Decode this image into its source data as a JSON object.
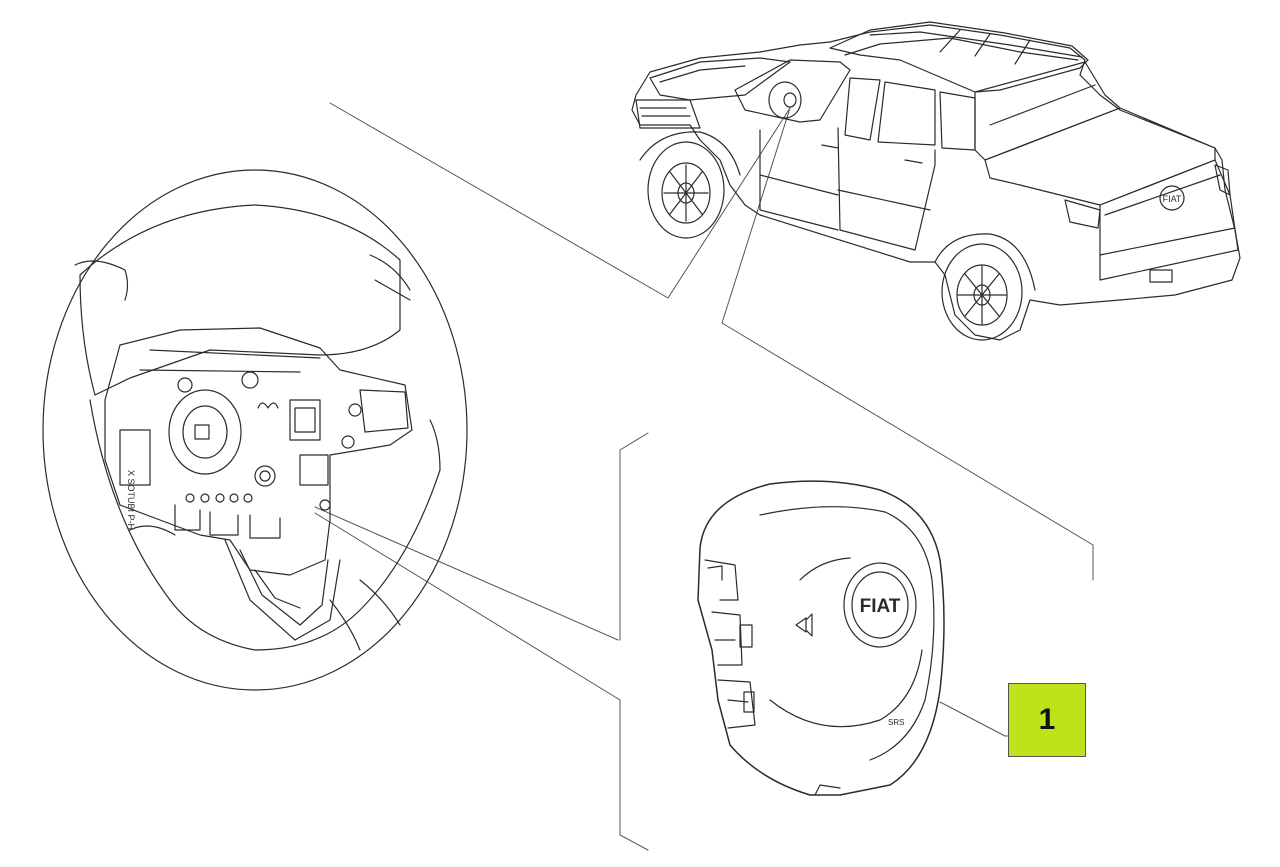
{
  "callouts": [
    {
      "number": "1"
    }
  ],
  "colors": {
    "callout_fill": "#bde31a",
    "line": "#2b2b2b",
    "background": "#ffffff"
  },
  "logos": {
    "airbag_badge": "FIAT",
    "tailgate_badge": "FIAT"
  },
  "markings": {
    "steering_wheel_back_label": "X SOTUBI P-H",
    "airbag_small_text": "SRS"
  }
}
